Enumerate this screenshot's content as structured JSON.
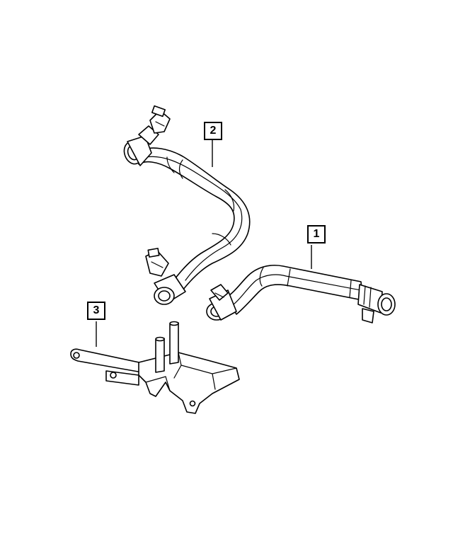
{
  "callouts": {
    "part1": "1",
    "part2": "2",
    "part3": "3"
  }
}
